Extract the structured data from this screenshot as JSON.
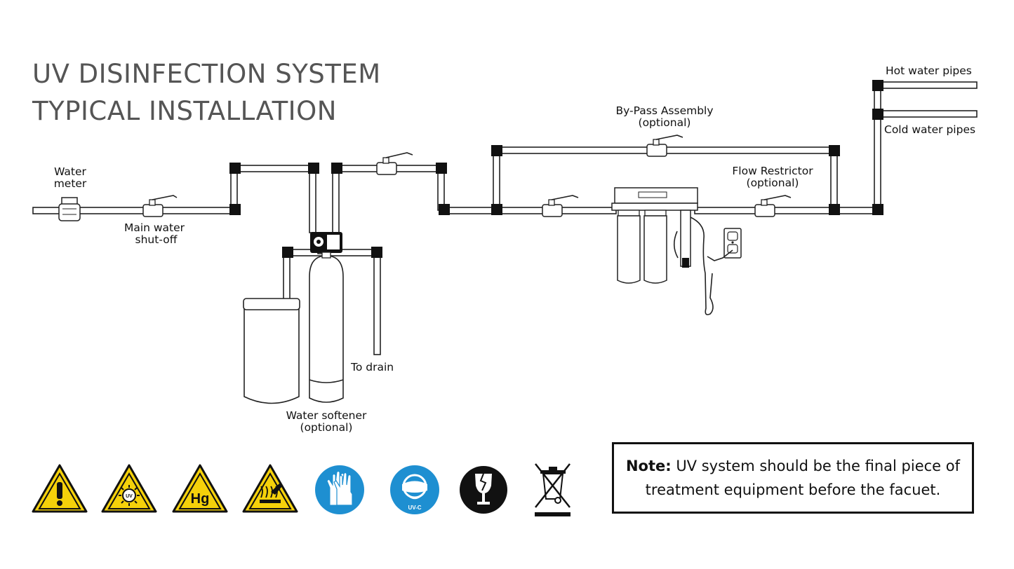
{
  "title": {
    "line1": "UV DISINFECTION SYSTEM",
    "line2": "TYPICAL INSTALLATION"
  },
  "labels": {
    "water_meter": "Water\nmeter",
    "main_shutoff": "Main water\n shut-off",
    "bypass": "By-Pass Assembly\n(optional)",
    "flow_restrictor": "Flow Restrictor\n(optional)",
    "hot_pipes": "Hot water pipes",
    "cold_pipes": "Cold water pipes",
    "to_drain": "To drain",
    "softener": "Water softener\n(optional)"
  },
  "note": {
    "bold": "Note:",
    "line1": " UV system should be the final piece of",
    "line2": "treatment equipment before the facuet."
  },
  "icons": [
    {
      "name": "exclamation-warning-icon"
    },
    {
      "name": "uv-radiation-warning-icon",
      "text": "UV"
    },
    {
      "name": "mercury-warning-icon",
      "text": "Hg"
    },
    {
      "name": "hot-surface-warning-icon"
    },
    {
      "name": "wear-gloves-icon"
    },
    {
      "name": "wear-uv-goggles-icon",
      "text": "UV-C"
    },
    {
      "name": "fragile-icon"
    },
    {
      "name": "weee-disposal-icon"
    }
  ],
  "colors": {
    "warning_yellow": "#f5d10a",
    "mandatory_blue": "#1e8fd1",
    "title_gray": "#555555"
  }
}
